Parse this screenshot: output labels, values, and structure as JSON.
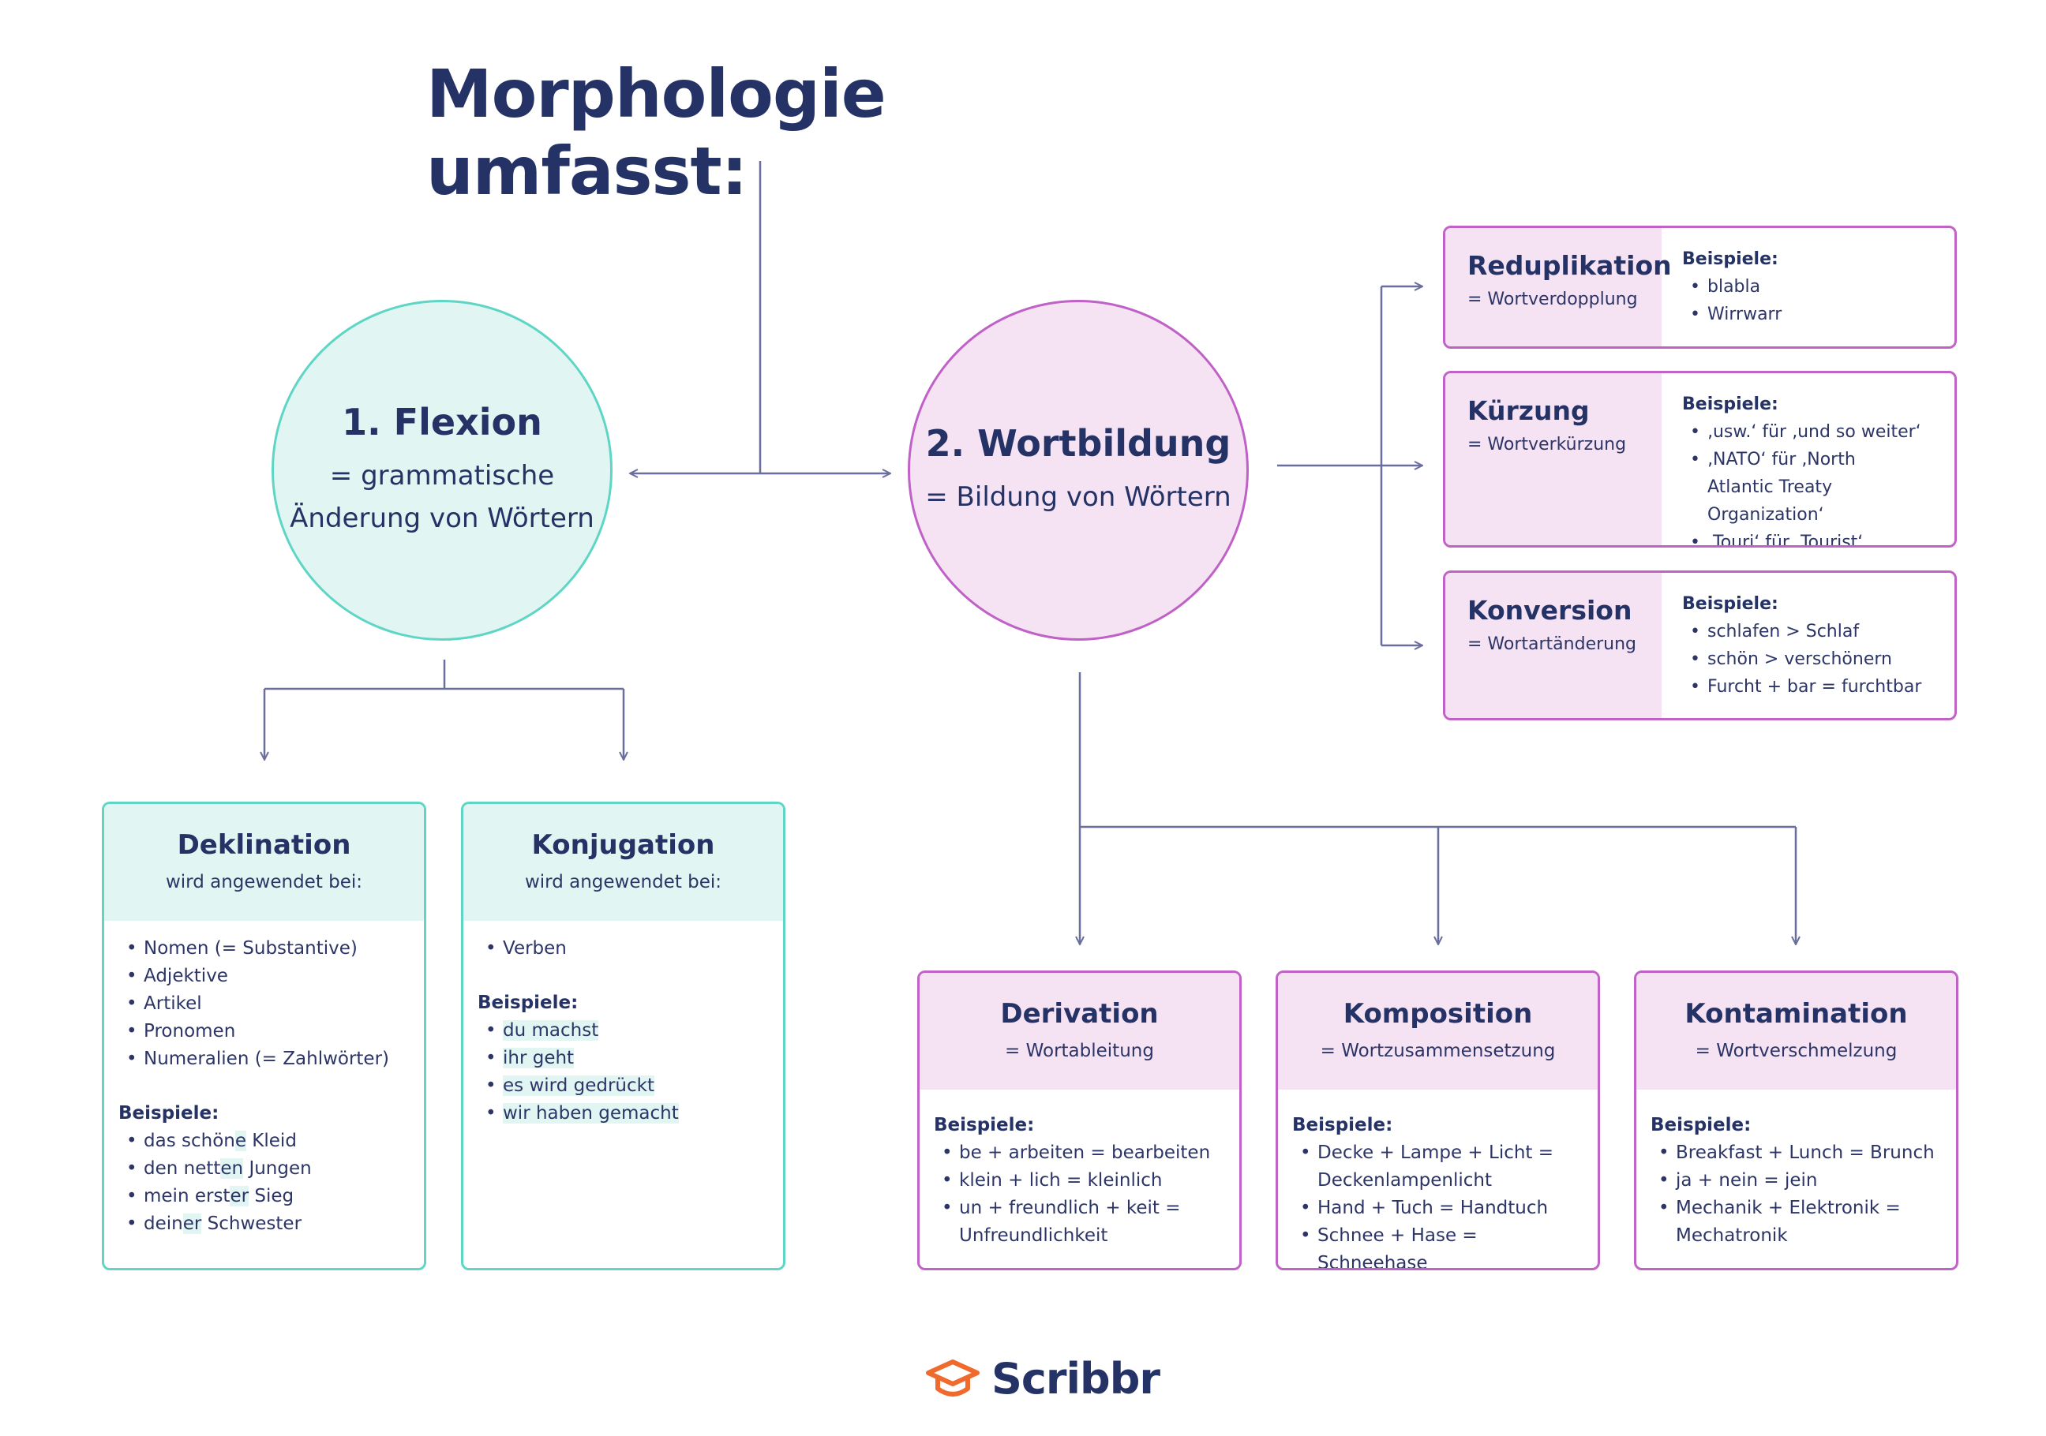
{
  "title": "Morphologie umfasst:",
  "flexion": {
    "heading": "1. Flexion",
    "sub1": "= grammatische",
    "sub2": "Änderung von Wörtern"
  },
  "wortbildung": {
    "heading": "2. Wortbildung",
    "sub": "= Bildung von Wörtern"
  },
  "deklination": {
    "heading": "Deklination",
    "sub": "wird angewendet bei:",
    "items": [
      "Nomen (= Substantive)",
      "Adjektive",
      "Artikel",
      "Pronomen",
      "Numeralien (= Zahlwörter)"
    ],
    "examples_label": "Beispiele:",
    "examples": [
      {
        "pre": "das schön",
        "hl": "e",
        "post": " Kleid"
      },
      {
        "pre": "den nett",
        "hl": "en",
        "post": " Jungen"
      },
      {
        "pre": "mein erst",
        "hl": "er",
        "post": " Sieg"
      },
      {
        "pre": "dein",
        "hl": "er",
        "post": " Schwester"
      }
    ]
  },
  "konjugation": {
    "heading": "Konjugation",
    "sub": "wird angewendet bei:",
    "items": [
      "Verben"
    ],
    "examples_label": "Beispiele:",
    "examples": [
      "du machst",
      "ihr geht",
      "es wird gedrückt",
      "wir haben gemacht"
    ]
  },
  "reduplikation": {
    "heading": "Reduplikation",
    "sub": "= Wortverdopplung",
    "examples_label": "Beispiele:",
    "examples": [
      "blabla",
      "Wirrwarr"
    ]
  },
  "kuerzung": {
    "heading": "Kürzung",
    "sub": "= Wortverkürzung",
    "examples_label": "Beispiele:",
    "examples": [
      "‚usw.‘ für ‚und so weiter‘",
      "‚NATO‘ für ‚North Atlantic Treaty Organization‘",
      "‚Touri‘ für ‚Tourist‘"
    ]
  },
  "konversion": {
    "heading": "Konversion",
    "sub": "= Wortartänderung",
    "examples_label": "Beispiele:",
    "examples": [
      "schlafen > Schlaf",
      "schön > verschönern",
      "Furcht + bar = furchtbar"
    ]
  },
  "derivation": {
    "heading": "Derivation",
    "sub": "= Wortableitung",
    "examples_label": "Beispiele:",
    "examples": [
      "be + arbeiten = bearbeiten",
      "klein + lich = kleinlich",
      "un + freundlich + keit = Unfreundlichkeit"
    ]
  },
  "komposition": {
    "heading": "Komposition",
    "sub": "= Wortzusammensetzung",
    "examples_label": "Beispiele:",
    "examples": [
      "Decke + Lampe + Licht = Deckenlampenlicht",
      "Hand + Tuch = Handtuch",
      "Schnee + Hase = Schneehase"
    ]
  },
  "kontamination": {
    "heading": "Kontamination",
    "sub": "= Wortverschmelzung",
    "examples_label": "Beispiele:",
    "examples": [
      "Breakfast + Lunch = Brunch",
      "ja + nein = jein",
      "Mechanik + Elektronik = Mechatronik"
    ]
  },
  "logo": {
    "text": "Scribbr",
    "icon": "graduation-cap-icon",
    "color": "#f06a2e"
  },
  "colors": {
    "teal": "#5fd6c5",
    "teal_fill": "#e1f6f3",
    "pink": "#c062c6",
    "pink_fill": "#f5e2f3",
    "line": "#6a6e9c",
    "text": "#253266"
  }
}
